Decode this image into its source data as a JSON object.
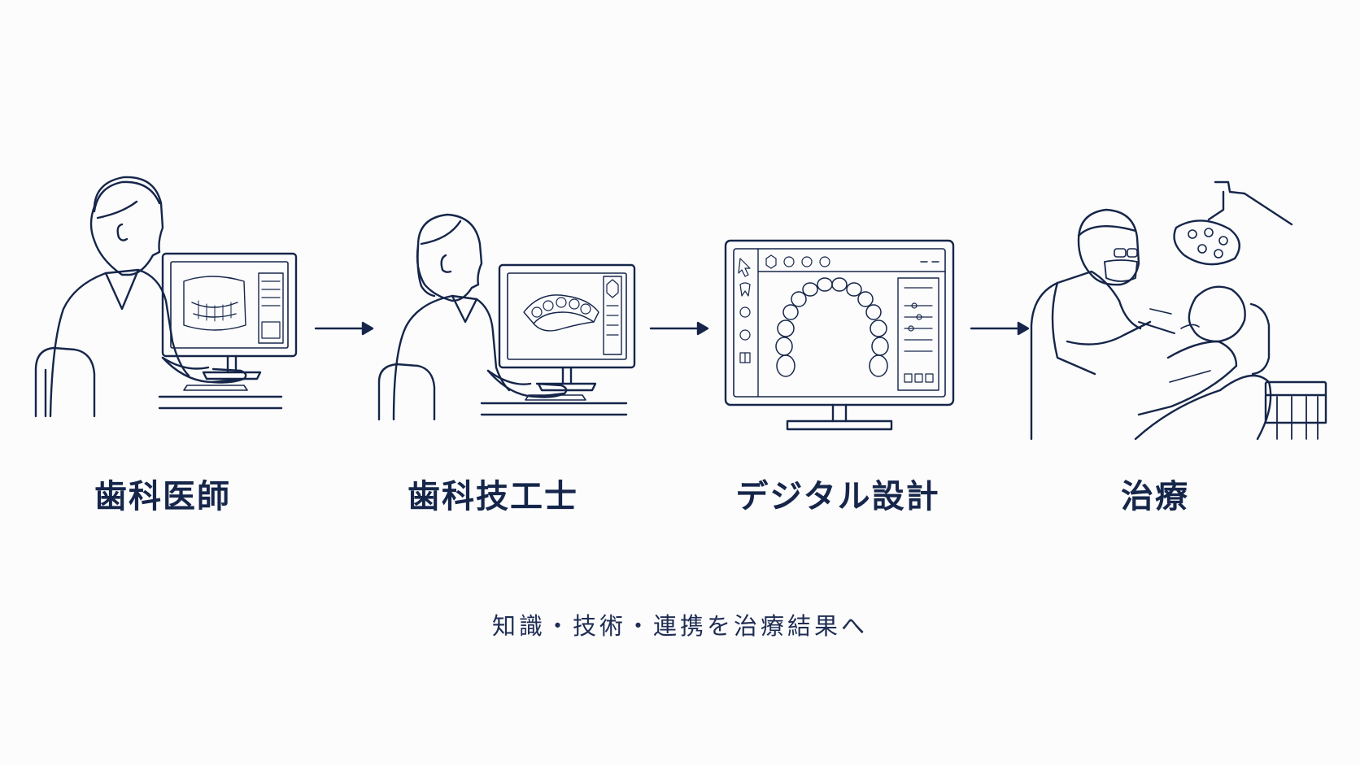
{
  "steps": [
    {
      "label": "歯科医師",
      "icon": "dentist-at-monitor"
    },
    {
      "label": "歯科技工士",
      "icon": "dental-technician-at-monitor"
    },
    {
      "label": "デジタル設計",
      "icon": "digital-design-monitor"
    },
    {
      "label": "治療",
      "icon": "dental-treatment"
    }
  ],
  "tagline": "知識・技術・連携を治療結果へ",
  "colors": {
    "ink": "#16264a",
    "background": "#fcfcfd"
  }
}
